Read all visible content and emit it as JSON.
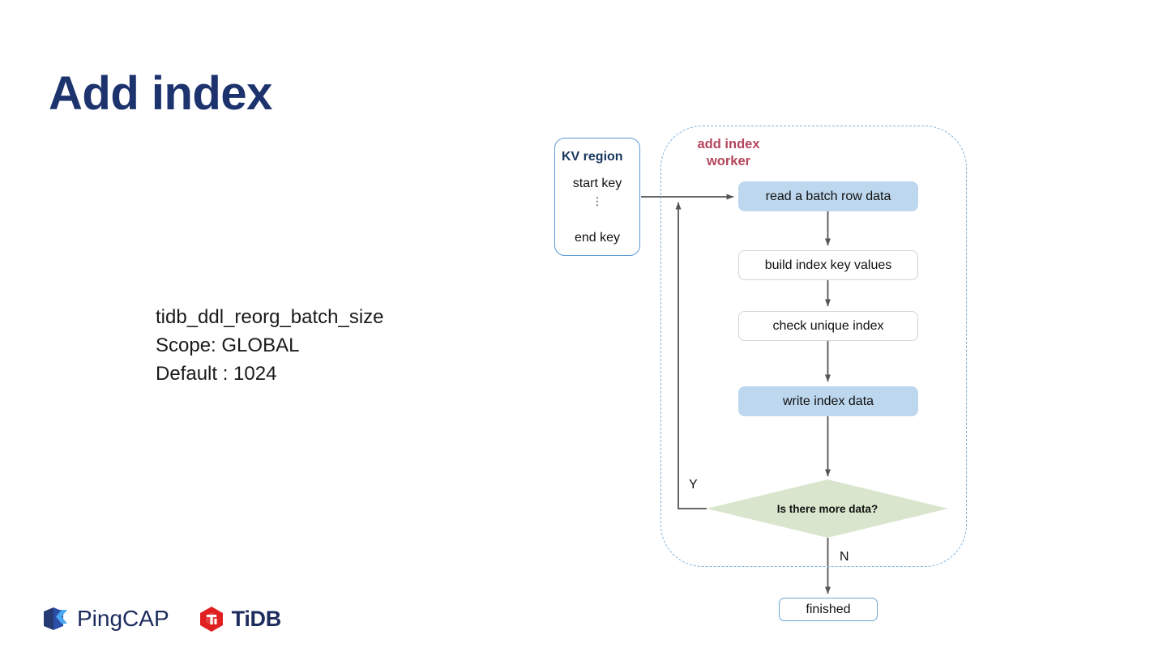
{
  "slide": {
    "title": "Add index"
  },
  "variable_info": {
    "name": "tidb_ddl_reorg_batch_size",
    "scope": "Scope: GLOBAL",
    "default": "Default : 1024"
  },
  "diagram": {
    "kv_region": {
      "title": "KV region",
      "start_key": "start key",
      "dots": "⋮",
      "end_key": "end key"
    },
    "worker": {
      "label_line1": "add index",
      "label_line2": "worker",
      "label_color": "#b4465c",
      "border_color": "#7fb3dd"
    },
    "nodes": [
      {
        "id": "read",
        "label": "read a batch row data",
        "style": "filled"
      },
      {
        "id": "build",
        "label": "build index key values",
        "style": "plain"
      },
      {
        "id": "check",
        "label": "check unique index",
        "style": "plain"
      },
      {
        "id": "write",
        "label": "write index data",
        "style": "filled"
      }
    ],
    "decision": {
      "label": "Is there more data?",
      "fill": "#d9e6cd",
      "branch_yes": "Y",
      "branch_no": "N"
    },
    "terminal": {
      "label": "finished"
    },
    "colors": {
      "filled_node": "#bdd7ee",
      "plain_node_border": "#d0d4d8",
      "arrow": "#545454",
      "kv_border": "#5b9bd5",
      "title": "#1d336e"
    }
  },
  "footer": {
    "logos": [
      {
        "name": "pingcap",
        "word": "PingCAP"
      },
      {
        "name": "tidb",
        "word": "TiDB"
      }
    ]
  }
}
